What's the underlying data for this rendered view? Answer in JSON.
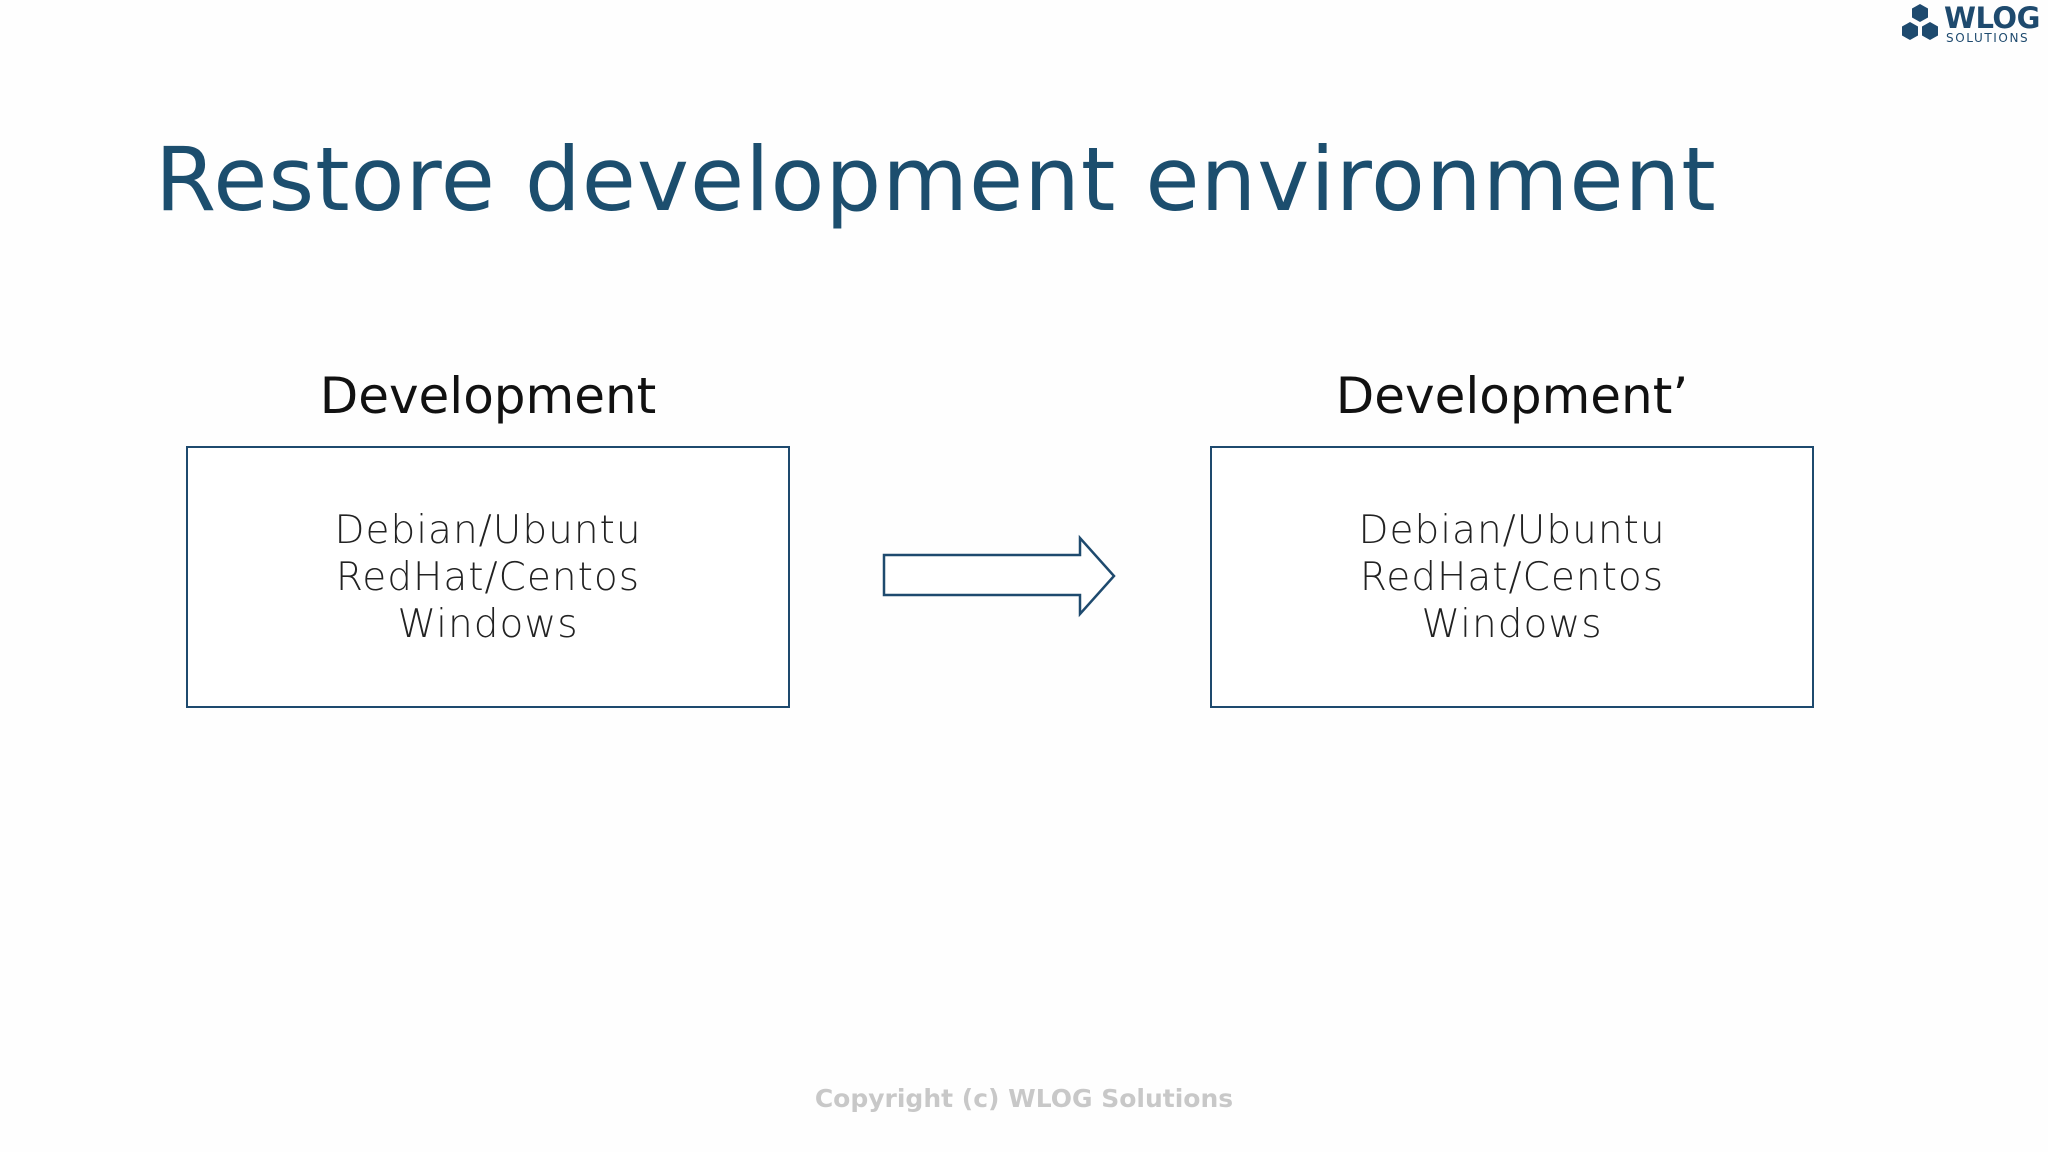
{
  "logo": {
    "name": "WLOG",
    "sub": "SOLUTIONS",
    "icon": "hexagon-cluster-icon",
    "color": "#1e4a6e"
  },
  "title": "Restore development environment",
  "environments": [
    {
      "label": "Development",
      "items": [
        "Debian/Ubuntu",
        "RedHat/Centos",
        "Windows"
      ]
    },
    {
      "label": "Development’",
      "items": [
        "Debian/Ubuntu",
        "RedHat/Centos",
        "Windows"
      ]
    }
  ],
  "arrow_icon": "right-arrow-icon",
  "copyright": "Copyright (c) WLOG Solutions",
  "colors": {
    "title": "#1c4e6e",
    "box_border": "#1e4a6e",
    "copyright": "#c8c8c8"
  }
}
